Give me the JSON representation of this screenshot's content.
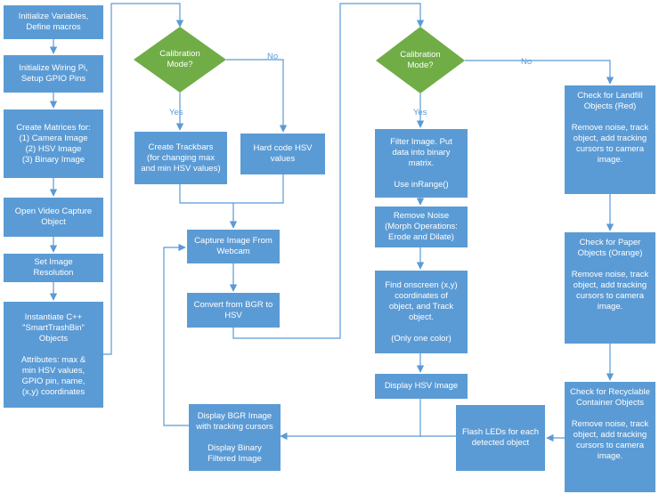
{
  "colors": {
    "box": "#5b9bd5",
    "decision": "#70ad47",
    "line": "#5b9bd5",
    "text": "#ffffff"
  },
  "setup": {
    "init_vars": "Initialize Variables,\nDefine macros",
    "init_wiring": "Initialize Wiring Pi,\nSetup GPIO Pins",
    "matrices": "Create Matrices for:\n(1) Camera Image\n(2) HSV Image\n(3) Binary Image",
    "video": "Open Video Capture\nObject",
    "resolution": "Set Image\nResolution",
    "objects": "Instantiate C++\n\"SmartTrashBin\"\nObjects\n\nAttributes: max &\nmin HSV values,\nGPIO pin, name,\n(x,y) coordinates"
  },
  "decision1": {
    "text": "Calibration\nMode?",
    "yes": "Yes",
    "no": "No"
  },
  "decision2": {
    "text": "Calibration\nMode?",
    "yes": "Yes",
    "no": "No"
  },
  "calib": {
    "trackbars": "Create Trackbars\n(for changing max\nand min HSV values)",
    "hardcode": "Hard code HSV\nvalues",
    "capture": "Capture Image From\nWebcam",
    "convert": "Convert from BGR to\nHSV",
    "display_bgr": "Display BGR  Image\nwith tracking cursors\n\nDisplay Binary\nFiltered Image"
  },
  "process": {
    "filter": "Filter Image. Put\ndata into binary\nmatrix.\n\nUse inRange()",
    "noise": "Remove Noise\n(Morph Operations:\nErode and Dilate)",
    "find": "Find onscreen (x,y)\ncoordinates of\nobject, and Track\nobject.\n\n(Only one color)",
    "display_hsv": "Display HSV Image",
    "flash": "Flash LEDs for each\ndetected object"
  },
  "objects": {
    "landfill": "Check for Landfill\nObjects (Red)\n\nRemove noise, track\nobject, add tracking\ncursors to camera\nimage.",
    "paper": "Check for Paper\nObjects (Orange)\n\nRemove noise, track\nobject, add tracking\ncursors to camera\nimage.",
    "recycle": "Check for Recyclable\nContainer Objects\n\nRemove noise, track\nobject, add tracking\ncursors to camera\nimage."
  }
}
